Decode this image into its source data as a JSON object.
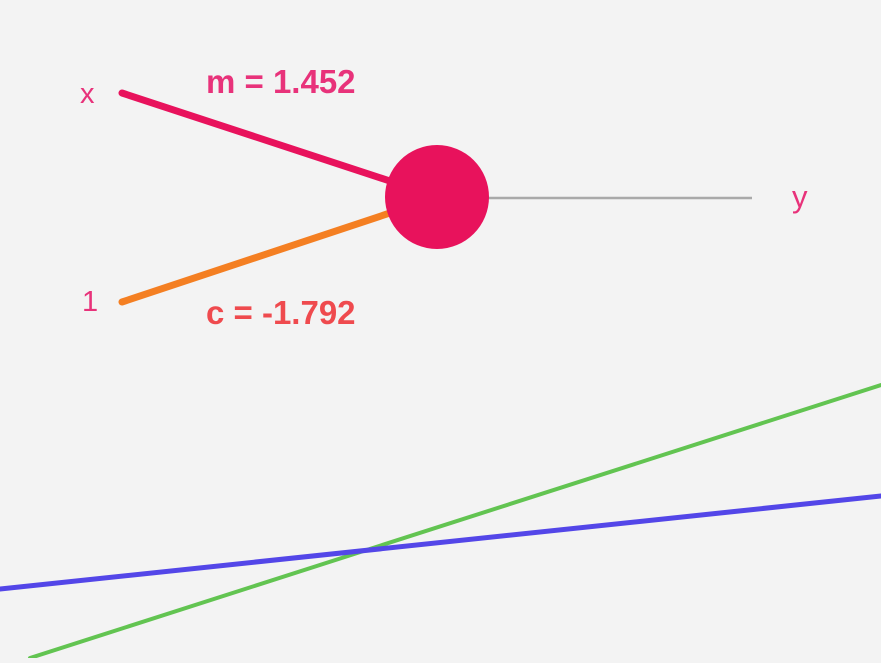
{
  "diagram": {
    "inputs": {
      "x_label": "x",
      "bias_label": "1"
    },
    "output_label": "y",
    "weights": {
      "m_text": "m = 1.452",
      "c_text": "c = -1.792"
    }
  },
  "colors": {
    "background": "#f3f3f3",
    "neuron": "#e8125c",
    "weight_m_line": "#e8125c",
    "bias_c_line": "#f47f22",
    "output_line": "#a9a9a9",
    "label_pink": "#e8327a",
    "weight_label_pink": "#e8327a",
    "bias_label_red": "#ef4a4e",
    "line_green": "#62c451",
    "line_blue": "#5346e8"
  }
}
